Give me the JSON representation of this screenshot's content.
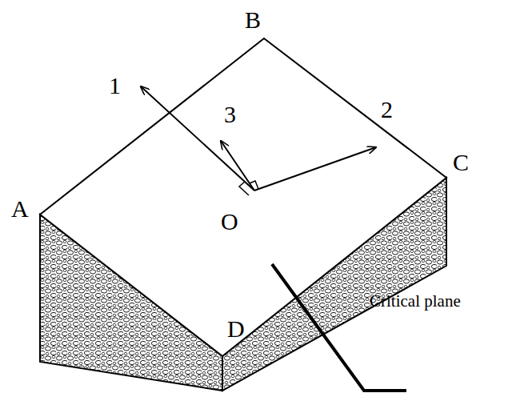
{
  "diagram": {
    "labels": [
      "B",
      "1",
      "3",
      "2",
      "C",
      "A",
      "O",
      "D",
      "Critical plane"
    ]
  }
}
